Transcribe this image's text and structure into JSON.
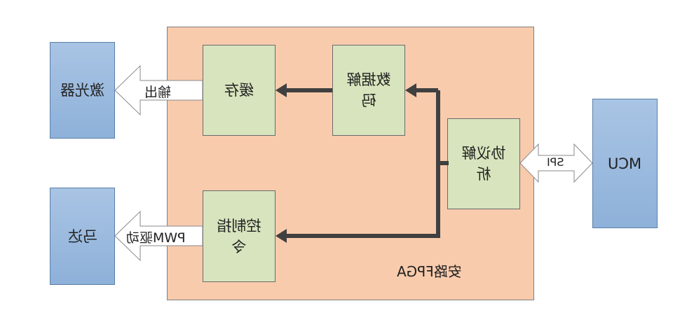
{
  "fpga": {
    "label": "安路FPGA"
  },
  "blocks": {
    "cache": "缓存",
    "decode": "数据解码",
    "control": "控制指令",
    "parse": "协议解析"
  },
  "devices": {
    "laser": "激光器",
    "motor": "马达",
    "mcu": "MCU"
  },
  "arrows": {
    "output": "输出",
    "pwm": "PWM驱动",
    "spi": "SPI"
  }
}
